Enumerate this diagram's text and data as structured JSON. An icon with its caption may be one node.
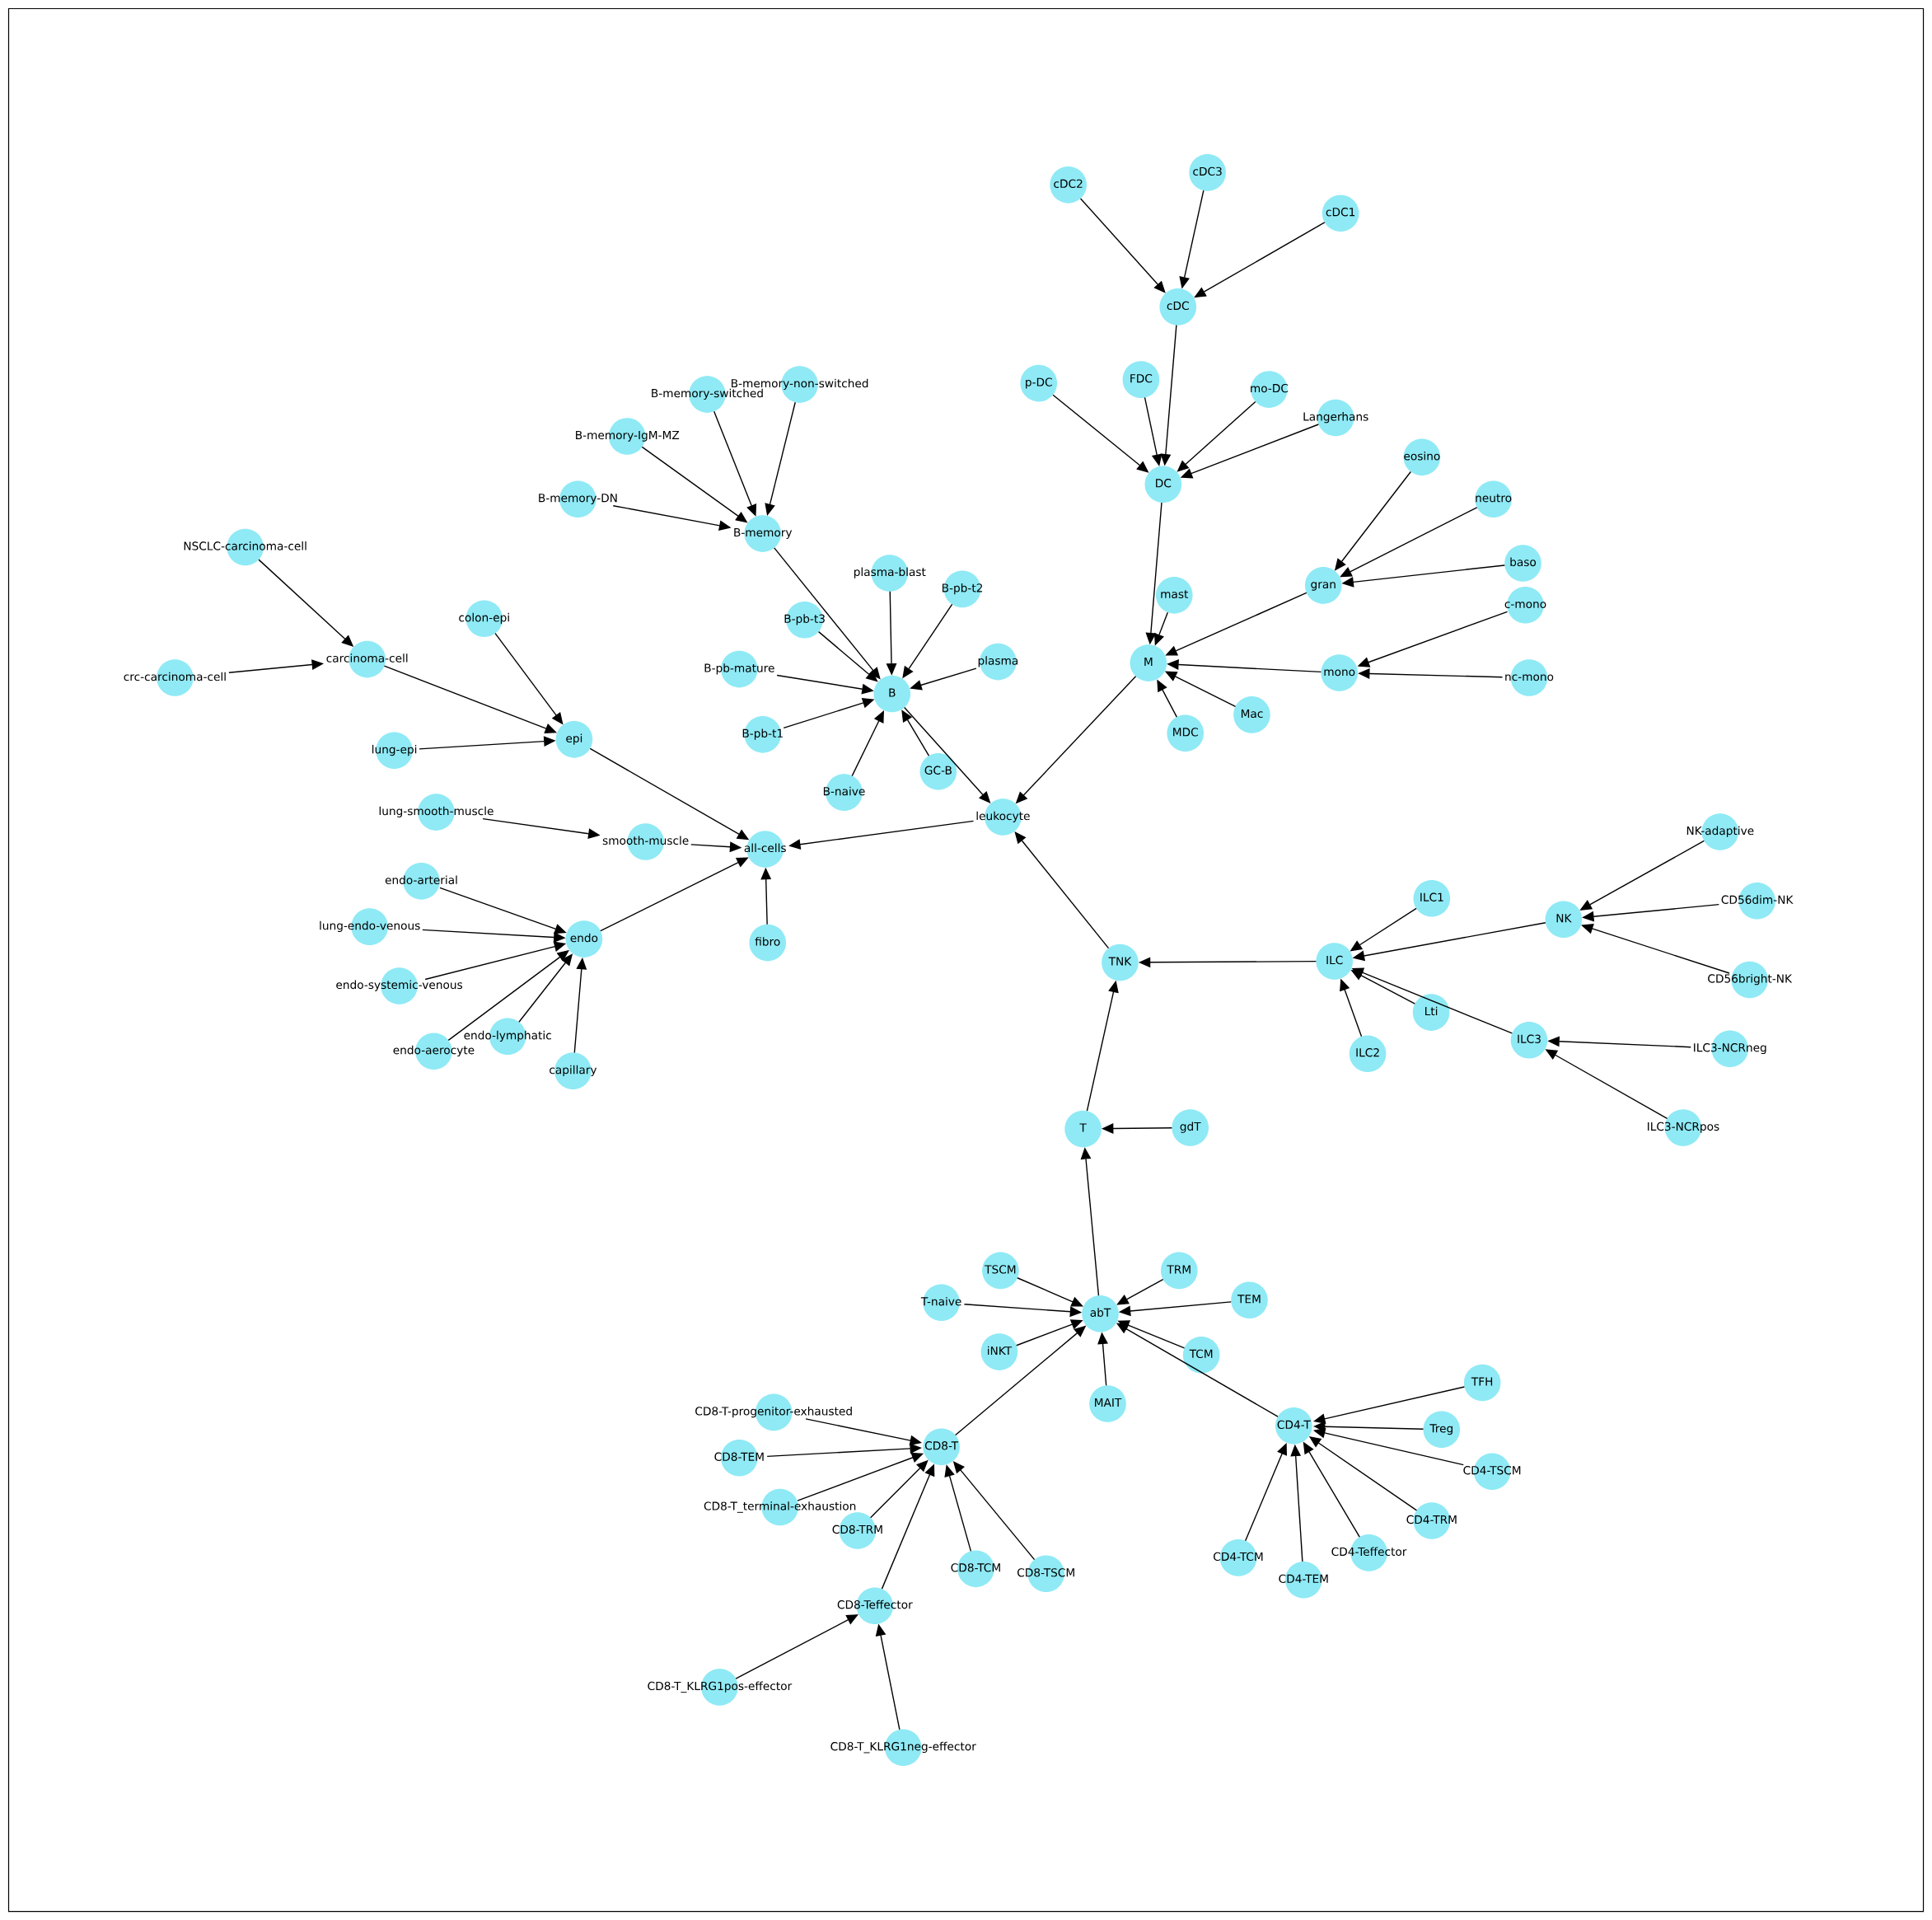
{
  "diagram": {
    "nodes": [
      {
        "text": [
          "all-cells"
        ]
      },
      {
        "text": [
          "leukocyte"
        ]
      },
      {
        "text": [
          "epi"
        ]
      },
      {
        "text": [
          "endo"
        ]
      },
      {
        "text": [
          "smooth-muscle"
        ]
      },
      {
        "text": [
          "fibro"
        ]
      },
      {
        "text": [
          "carcinoma-cell"
        ]
      },
      {
        "text": [
          "NSCLC-carcinoma-cell"
        ]
      },
      {
        "text": [
          "crc-carcinoma-cell"
        ]
      },
      {
        "text": [
          "colon-epi"
        ]
      },
      {
        "text": [
          "lung-epi"
        ]
      },
      {
        "text": [
          "lung-smooth-muscle"
        ]
      },
      {
        "text": [
          "endo-arterial"
        ]
      },
      {
        "text": [
          "lung-endo-venous"
        ]
      },
      {
        "text": [
          "endo-systemic-venous"
        ]
      },
      {
        "text": [
          "endo-aerocyte"
        ]
      },
      {
        "text": [
          "endo-lymphatic"
        ]
      },
      {
        "text": [
          "capillary"
        ]
      },
      {
        "text": [
          "B"
        ]
      },
      {
        "text": [
          "GC-B"
        ]
      },
      {
        "text": [
          "B-memory"
        ]
      },
      {
        "text": [
          "B-memory-switched"
        ]
      },
      {
        "text": [
          "B-memory-non-switched"
        ]
      },
      {
        "text": [
          "B-memory-IgM-MZ"
        ]
      },
      {
        "text": [
          "B-memory-DN"
        ]
      },
      {
        "text": [
          "plasma-blast"
        ]
      },
      {
        "text": [
          "B-pb-t2"
        ]
      },
      {
        "text": [
          "B-pb-t3"
        ]
      },
      {
        "text": [
          "plasma"
        ]
      },
      {
        "text": [
          "B-pb-mature"
        ]
      },
      {
        "text": [
          "B-pb-t1"
        ]
      },
      {
        "text": [
          "B-naive"
        ]
      },
      {
        "text": [
          "M"
        ]
      },
      {
        "text": [
          "DC"
        ]
      },
      {
        "text": [
          "cDC"
        ]
      },
      {
        "text": [
          "cDC2"
        ]
      },
      {
        "text": [
          "cDC3"
        ]
      },
      {
        "text": [
          "cDC1"
        ]
      },
      {
        "text": [
          "p-DC"
        ]
      },
      {
        "text": [
          "FDC"
        ]
      },
      {
        "text": [
          "mo-DC"
        ]
      },
      {
        "text": [
          "Langerhans"
        ]
      },
      {
        "text": [
          "mast"
        ]
      },
      {
        "text": [
          "MDC"
        ]
      },
      {
        "text": [
          "Mac"
        ]
      },
      {
        "text": [
          "gran"
        ]
      },
      {
        "text": [
          "mono"
        ]
      },
      {
        "text": [
          "eosino"
        ]
      },
      {
        "text": [
          "neutro"
        ]
      },
      {
        "text": [
          "baso"
        ]
      },
      {
        "text": [
          "c-mono"
        ]
      },
      {
        "text": [
          "nc-mono"
        ]
      },
      {
        "text": [
          "TNK"
        ]
      },
      {
        "text": [
          "T"
        ]
      },
      {
        "text": [
          "gdT"
        ]
      },
      {
        "text": [
          "ILC"
        ]
      },
      {
        "text": [
          "ILC1"
        ]
      },
      {
        "text": [
          "ILC2"
        ]
      },
      {
        "text": [
          "Lti"
        ]
      },
      {
        "text": [
          "ILC3"
        ]
      },
      {
        "text": [
          "ILC3-NCRneg"
        ]
      },
      {
        "text": [
          "ILC3-NCRpos"
        ]
      },
      {
        "text": [
          "NK"
        ]
      },
      {
        "text": [
          "NK-adaptive"
        ]
      },
      {
        "text": [
          "CD56dim-NK"
        ]
      },
      {
        "text": [
          "CD56bright-NK"
        ]
      },
      {
        "text": [
          "abT"
        ]
      },
      {
        "text": [
          "TSCM"
        ]
      },
      {
        "text": [
          "TRM"
        ]
      },
      {
        "text": [
          "T-naive"
        ]
      },
      {
        "text": [
          "TEM"
        ]
      },
      {
        "text": [
          "iNKT"
        ]
      },
      {
        "text": [
          "MAIT"
        ]
      },
      {
        "text": [
          "TCM"
        ]
      },
      {
        "text": [
          "CD8-T"
        ]
      },
      {
        "text": [
          "CD4-T"
        ]
      },
      {
        "text": [
          "CD8-T-progenitor-exhausted"
        ]
      },
      {
        "text": [
          "CD8-TEM"
        ]
      },
      {
        "text": [
          "CD8-T_terminal-exhaustion"
        ]
      },
      {
        "text": [
          "CD8-TRM"
        ]
      },
      {
        "text": [
          "CD8-TCM"
        ]
      },
      {
        "text": [
          "CD8-TSCM"
        ]
      },
      {
        "text": [
          "CD8-Teffector"
        ]
      },
      {
        "text": [
          "CD8-T_KLRG1pos-effector"
        ]
      },
      {
        "text": [
          "CD8-T_KLRG1neg-effector"
        ]
      },
      {
        "text": [
          "TFH"
        ]
      },
      {
        "text": [
          "Treg"
        ]
      },
      {
        "text": [
          "CD4-TSCM"
        ]
      },
      {
        "text": [
          "CD4-TRM"
        ]
      },
      {
        "text": [
          "CD4-Teffector"
        ]
      },
      {
        "text": [
          "CD4-TCM"
        ]
      },
      {
        "text": [
          "CD4-TEM"
        ]
      }
    ],
    "edges": [
      {
        "from": 1,
        "to": 0,
        "arrow": "to"
      },
      {
        "from": 2,
        "to": 0,
        "arrow": "to"
      },
      {
        "from": 3,
        "to": 0,
        "arrow": "to"
      },
      {
        "from": 4,
        "to": 0,
        "arrow": "to"
      },
      {
        "from": 5,
        "to": 0,
        "arrow": "to"
      },
      {
        "from": 6,
        "to": 2,
        "arrow": "to"
      },
      {
        "from": 9,
        "to": 2,
        "arrow": "to"
      },
      {
        "from": 10,
        "to": 2,
        "arrow": "to"
      },
      {
        "from": 7,
        "to": 6,
        "arrow": "to"
      },
      {
        "from": 8,
        "to": 6,
        "arrow": "to"
      },
      {
        "from": 11,
        "to": 4,
        "arrow": "to"
      },
      {
        "from": 12,
        "to": 3,
        "arrow": "to"
      },
      {
        "from": 13,
        "to": 3,
        "arrow": "to"
      },
      {
        "from": 14,
        "to": 3,
        "arrow": "to"
      },
      {
        "from": 15,
        "to": 3,
        "arrow": "to"
      },
      {
        "from": 16,
        "to": 3,
        "arrow": "to"
      },
      {
        "from": 17,
        "to": 3,
        "arrow": "to"
      },
      {
        "from": 18,
        "to": 1,
        "arrow": "to"
      },
      {
        "from": 32,
        "to": 1,
        "arrow": "to"
      },
      {
        "from": 52,
        "to": 1,
        "arrow": "to"
      },
      {
        "from": 19,
        "to": 18,
        "arrow": "to"
      },
      {
        "from": 20,
        "to": 18,
        "arrow": "to"
      },
      {
        "from": 25,
        "to": 18,
        "arrow": "to"
      },
      {
        "from": 26,
        "to": 18,
        "arrow": "to"
      },
      {
        "from": 27,
        "to": 18,
        "arrow": "to"
      },
      {
        "from": 28,
        "to": 18,
        "arrow": "to"
      },
      {
        "from": 29,
        "to": 18,
        "arrow": "to"
      },
      {
        "from": 30,
        "to": 18,
        "arrow": "to"
      },
      {
        "from": 31,
        "to": 18,
        "arrow": "to"
      },
      {
        "from": 21,
        "to": 20,
        "arrow": "to"
      },
      {
        "from": 22,
        "to": 20,
        "arrow": "to"
      },
      {
        "from": 23,
        "to": 20,
        "arrow": "to"
      },
      {
        "from": 24,
        "to": 20,
        "arrow": "to"
      },
      {
        "from": 33,
        "to": 32,
        "arrow": "to"
      },
      {
        "from": 42,
        "to": 32,
        "arrow": "to"
      },
      {
        "from": 43,
        "to": 32,
        "arrow": "to"
      },
      {
        "from": 44,
        "to": 32,
        "arrow": "to"
      },
      {
        "from": 45,
        "to": 32,
        "arrow": "to"
      },
      {
        "from": 46,
        "to": 32,
        "arrow": "to"
      },
      {
        "from": 34,
        "to": 33,
        "arrow": "to"
      },
      {
        "from": 38,
        "to": 33,
        "arrow": "to"
      },
      {
        "from": 39,
        "to": 33,
        "arrow": "to"
      },
      {
        "from": 40,
        "to": 33,
        "arrow": "to"
      },
      {
        "from": 41,
        "to": 33,
        "arrow": "to"
      },
      {
        "from": 35,
        "to": 34,
        "arrow": "to"
      },
      {
        "from": 36,
        "to": 34,
        "arrow": "to"
      },
      {
        "from": 37,
        "to": 34,
        "arrow": "to"
      },
      {
        "from": 47,
        "to": 45,
        "arrow": "to"
      },
      {
        "from": 48,
        "to": 45,
        "arrow": "to"
      },
      {
        "from": 49,
        "to": 45,
        "arrow": "to"
      },
      {
        "from": 50,
        "to": 46,
        "arrow": "to"
      },
      {
        "from": 51,
        "to": 46,
        "arrow": "to"
      },
      {
        "from": 53,
        "to": 52,
        "arrow": "to"
      },
      {
        "from": 55,
        "to": 52,
        "arrow": "to"
      },
      {
        "from": 54,
        "to": 53,
        "arrow": "to"
      },
      {
        "from": 66,
        "to": 53,
        "arrow": "to"
      },
      {
        "from": 56,
        "to": 55,
        "arrow": "to"
      },
      {
        "from": 57,
        "to": 55,
        "arrow": "to"
      },
      {
        "from": 58,
        "to": 55,
        "arrow": "to"
      },
      {
        "from": 59,
        "to": 55,
        "arrow": "to"
      },
      {
        "from": 62,
        "to": 55,
        "arrow": "to"
      },
      {
        "from": 60,
        "to": 59,
        "arrow": "to"
      },
      {
        "from": 61,
        "to": 59,
        "arrow": "to"
      },
      {
        "from": 63,
        "to": 62,
        "arrow": "to"
      },
      {
        "from": 64,
        "to": 62,
        "arrow": "to"
      },
      {
        "from": 65,
        "to": 62,
        "arrow": "to"
      },
      {
        "from": 67,
        "to": 66,
        "arrow": "to"
      },
      {
        "from": 68,
        "to": 66,
        "arrow": "to"
      },
      {
        "from": 69,
        "to": 66,
        "arrow": "to"
      },
      {
        "from": 70,
        "to": 66,
        "arrow": "to"
      },
      {
        "from": 71,
        "to": 66,
        "arrow": "to"
      },
      {
        "from": 72,
        "to": 66,
        "arrow": "to"
      },
      {
        "from": 73,
        "to": 66,
        "arrow": "to"
      },
      {
        "from": 74,
        "to": 66,
        "arrow": "to"
      },
      {
        "from": 75,
        "to": 66,
        "arrow": "to"
      },
      {
        "from": 76,
        "to": 74,
        "arrow": "to"
      },
      {
        "from": 77,
        "to": 74,
        "arrow": "to"
      },
      {
        "from": 78,
        "to": 74,
        "arrow": "to"
      },
      {
        "from": 79,
        "to": 74,
        "arrow": "to"
      },
      {
        "from": 80,
        "to": 74,
        "arrow": "to"
      },
      {
        "from": 81,
        "to": 74,
        "arrow": "to"
      },
      {
        "from": 82,
        "to": 74,
        "arrow": "to"
      },
      {
        "from": 83,
        "to": 82,
        "arrow": "to"
      },
      {
        "from": 84,
        "to": 82,
        "arrow": "to"
      },
      {
        "from": 85,
        "to": 75,
        "arrow": "to"
      },
      {
        "from": 86,
        "to": 75,
        "arrow": "to"
      },
      {
        "from": 87,
        "to": 75,
        "arrow": "to"
      },
      {
        "from": 88,
        "to": 75,
        "arrow": "to"
      },
      {
        "from": 89,
        "to": 75,
        "arrow": "to"
      },
      {
        "from": 90,
        "to": 75,
        "arrow": "to"
      },
      {
        "from": 91,
        "to": 75,
        "arrow": "to"
      }
    ]
  }
}
